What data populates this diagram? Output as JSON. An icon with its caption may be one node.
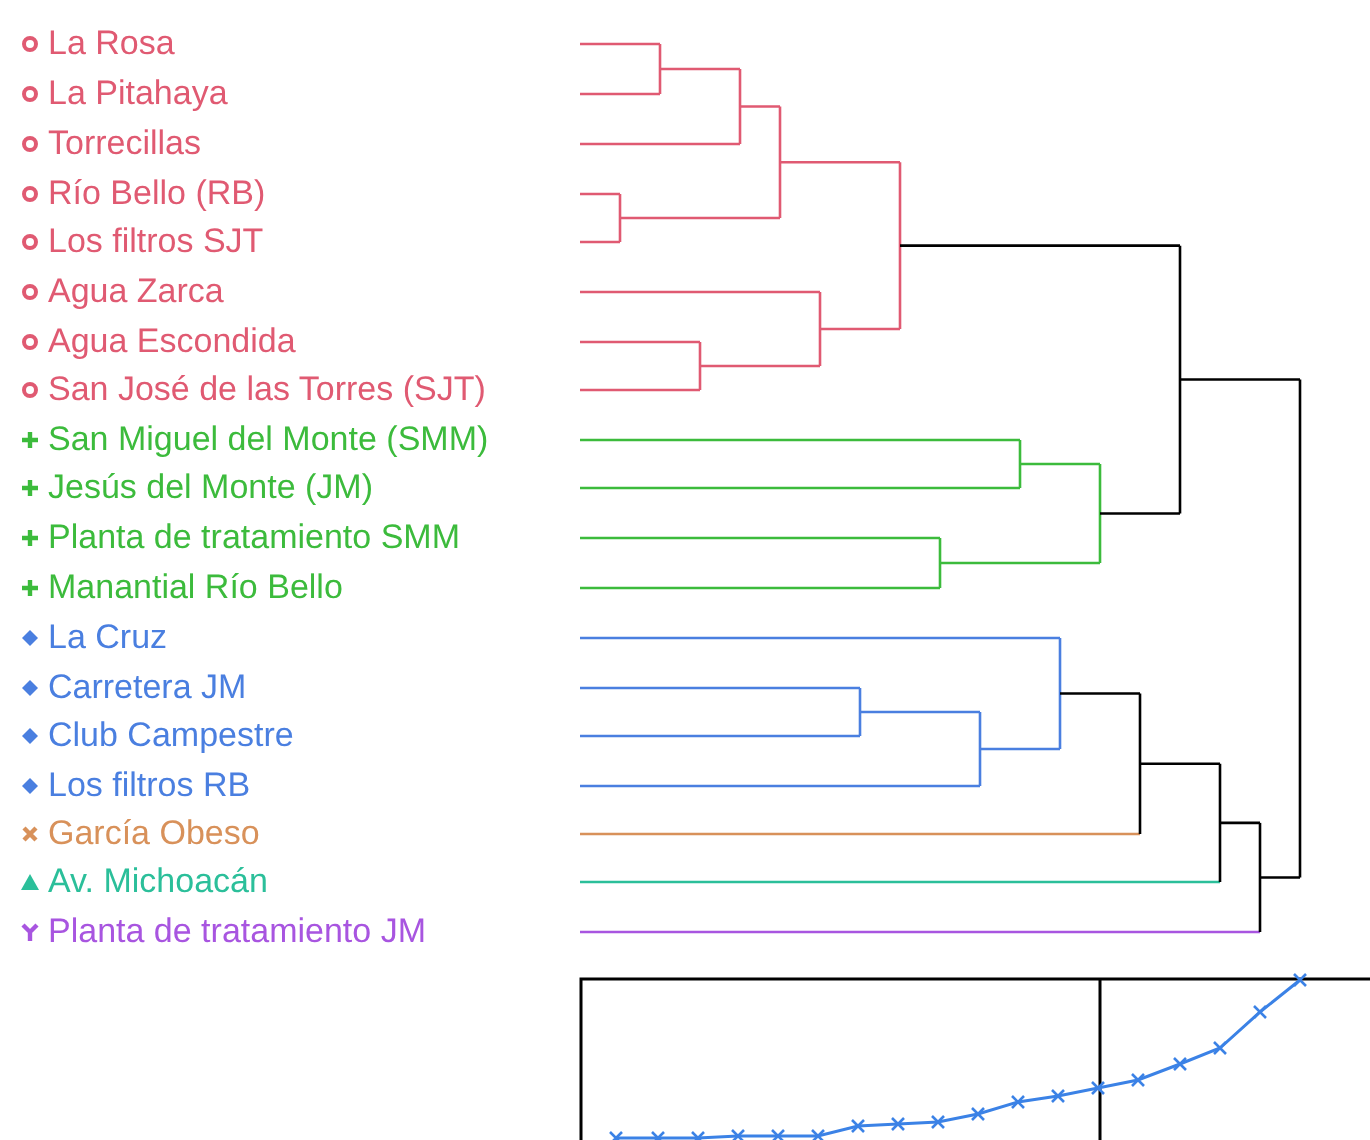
{
  "diagram": {
    "labels": [
      "La Rosa",
      "La Pitahaya",
      "Torrecillas",
      "Río Bello (RB)",
      "Los filtros SJT",
      "Agua Zarca",
      "Agua Escondida",
      "San José de las Torres (SJT)",
      "San Miguel del Monte (SMM)",
      "Jesús del Monte (JM)",
      "Planta de tratamiento SMM",
      "Manantial Río Bello",
      "La Cruz",
      "Carretera JM",
      "Club Campestre",
      "Los filtros RB",
      "García Obeso",
      "Av. Michoacán",
      "Planta de tratamiento JM"
    ]
  }
}
